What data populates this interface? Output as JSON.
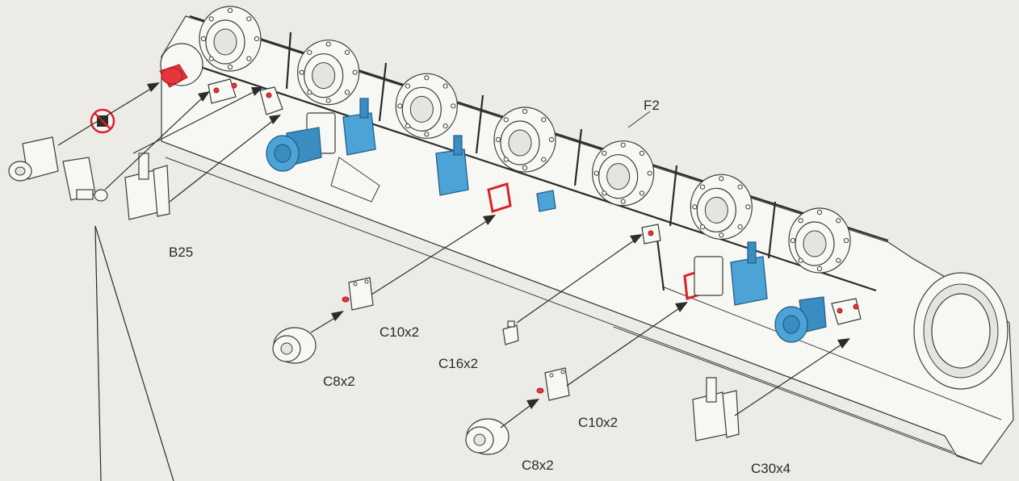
{
  "labels": {
    "f2": "F2",
    "b25": "B25",
    "c10x2_a": "C10x2",
    "c10x2_b": "C10x2",
    "c16x2": "C16x2",
    "c8x2_a": "C8x2",
    "c8x2_b": "C8x2",
    "c30x4": "C30x4"
  },
  "colors": {
    "highlight_blue": "#4ea3d6",
    "highlight_red": "#e8343d",
    "line": "#2b2b2b",
    "paper": "#ecebe6"
  },
  "icons": {
    "no_glue": "no-glue-icon"
  },
  "counts": {
    "road_wheel_mounts": 7
  }
}
